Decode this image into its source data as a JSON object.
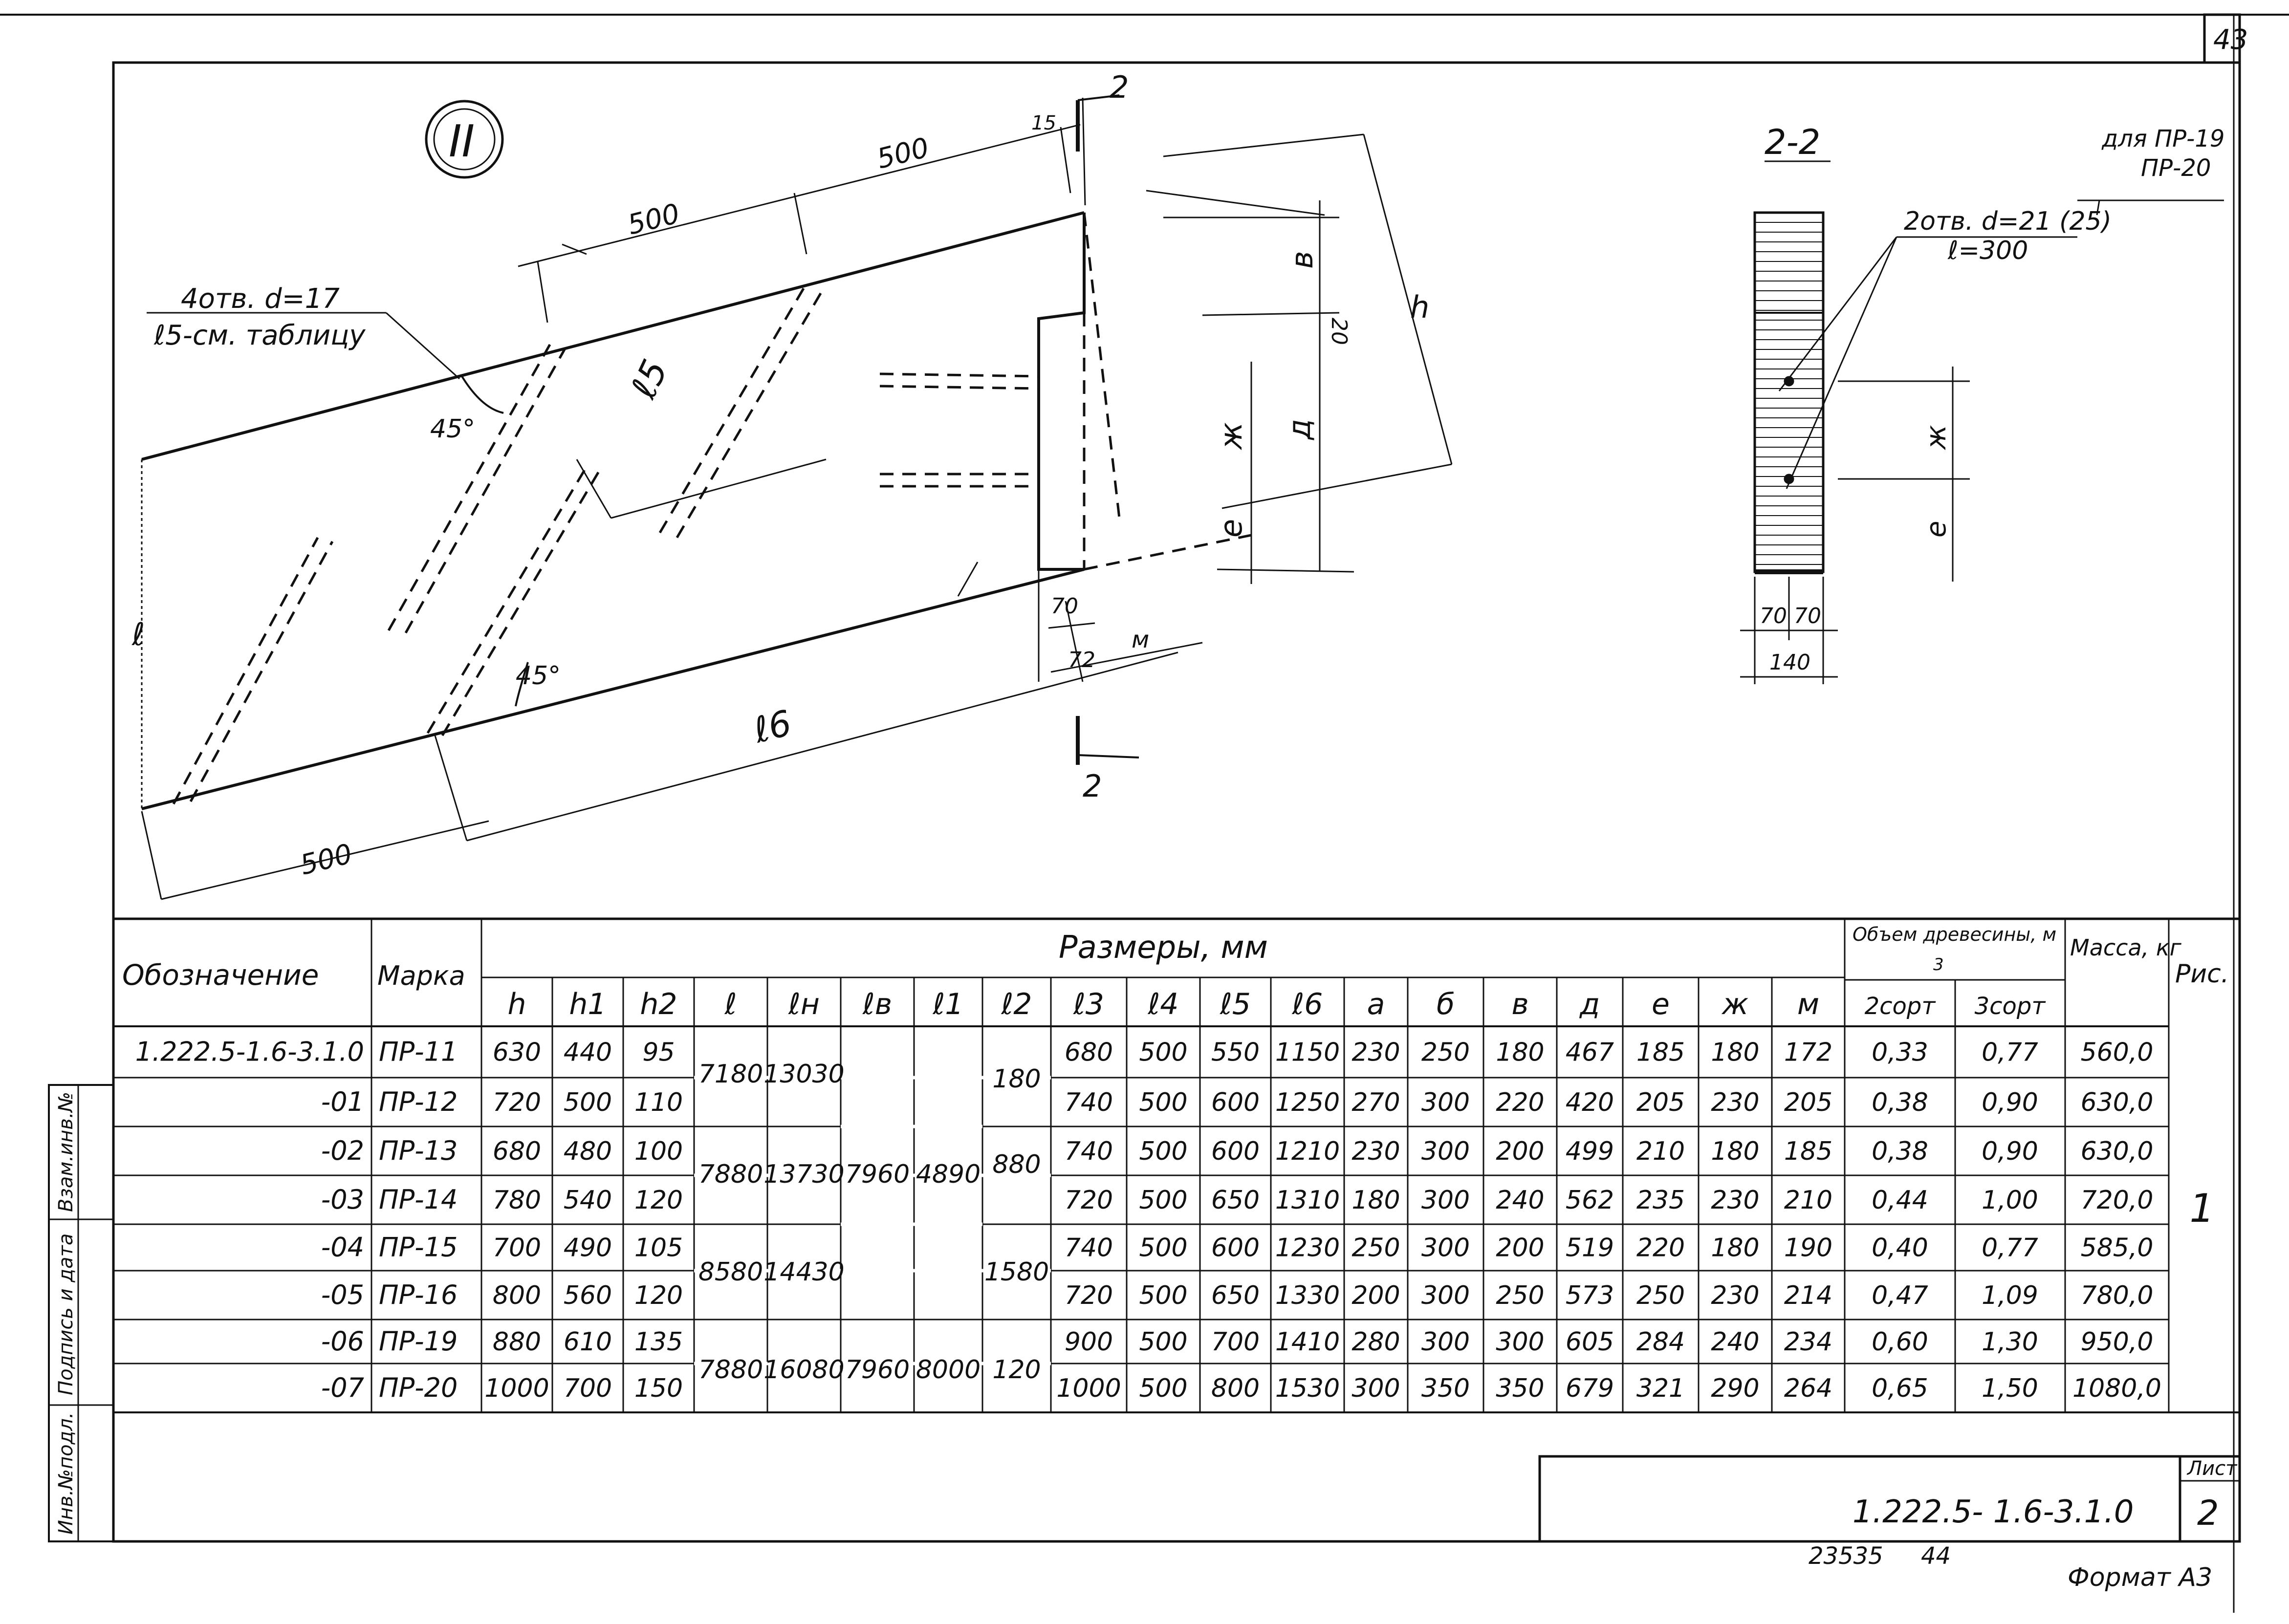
{
  "sheet": {
    "page_number": "43",
    "doc_code": "1.222.5- 1.6-3.1.0",
    "sheet_label": "Лист",
    "sheet_number": "2",
    "format": "Формат А3",
    "bottom_note_1": "23535",
    "bottom_note_2": "44"
  },
  "stamp": {
    "inv_podl": "Инв.№подл.",
    "podpis": "Подпись и дата",
    "vzam": "Взам.инв.№"
  },
  "drawing": {
    "detail_mark": "II",
    "section_mark": "2",
    "section_title": "2-2",
    "note_holes_4": "4отв. d=17",
    "note_l5": "ℓ5-см. таблицу",
    "note_holes_2": "2отв. d=21 (25)",
    "note_l300": "ℓ=300",
    "note_for_1": "для ПР-19",
    "note_for_2": "ПР-20",
    "dims": {
      "d500": "500",
      "d15": "15",
      "angle": "45°",
      "l5": "ℓ5",
      "l6": "ℓ6",
      "l": "ℓ",
      "h": "h",
      "v": "в",
      "d": "д",
      "e": "е",
      "zh": "ж",
      "m": "м",
      "d20": "20",
      "d70": "70",
      "d72": "72",
      "d140": "140"
    }
  },
  "table": {
    "h_designation": "Обозначение",
    "h_mark": "Марка",
    "h_dims": "Размеры, мм",
    "h_volume": "Объем древесины, м",
    "h_volume_sup": "3",
    "h_mass": "Масса, кг",
    "h_fig": "Рис.",
    "dim_cols": [
      "h",
      "h1",
      "h2",
      "ℓ",
      "ℓн",
      "ℓв",
      "ℓ1",
      "ℓ2",
      "ℓ3",
      "ℓ4",
      "ℓ5",
      "ℓ6",
      "а",
      "б",
      "в",
      "д",
      "е",
      "ж",
      "м"
    ],
    "vol_cols": [
      "2сорт",
      "3сорт"
    ],
    "rows": [
      {
        "des": "1.222.5-1.6-3.1.0",
        "mark": "ПР-11",
        "h": "630",
        "h1": "440",
        "h2": "95",
        "l3": "680",
        "l4": "500",
        "l5": "550",
        "l6": "1150",
        "a": "230",
        "b": "250",
        "v": "180",
        "d": "467",
        "e": "185",
        "zh": "180",
        "m": "172",
        "s2": "0,33",
        "s3": "0,77",
        "mass": "560,0"
      },
      {
        "des": "-01",
        "mark": "ПР-12",
        "h": "720",
        "h1": "500",
        "h2": "110",
        "l3": "740",
        "l4": "500",
        "l5": "600",
        "l6": "1250",
        "a": "270",
        "b": "300",
        "v": "220",
        "d": "420",
        "e": "205",
        "zh": "230",
        "m": "205",
        "s2": "0,38",
        "s3": "0,90",
        "mass": "630,0"
      },
      {
        "des": "-02",
        "mark": "ПР-13",
        "h": "680",
        "h1": "480",
        "h2": "100",
        "l3": "740",
        "l4": "500",
        "l5": "600",
        "l6": "1210",
        "a": "230",
        "b": "300",
        "v": "200",
        "d": "499",
        "e": "210",
        "zh": "180",
        "m": "185",
        "s2": "0,38",
        "s3": "0,90",
        "mass": "630,0"
      },
      {
        "des": "-03",
        "mark": "ПР-14",
        "h": "780",
        "h1": "540",
        "h2": "120",
        "l3": "720",
        "l4": "500",
        "l5": "650",
        "l6": "1310",
        "a": "180",
        "b": "300",
        "v": "240",
        "d": "562",
        "e": "235",
        "zh": "230",
        "m": "210",
        "s2": "0,44",
        "s3": "1,00",
        "mass": "720,0"
      },
      {
        "des": "-04",
        "mark": "ПР-15",
        "h": "700",
        "h1": "490",
        "h2": "105",
        "l3": "740",
        "l4": "500",
        "l5": "600",
        "l6": "1230",
        "a": "250",
        "b": "300",
        "v": "200",
        "d": "519",
        "e": "220",
        "zh": "180",
        "m": "190",
        "s2": "0,40",
        "s3": "0,77",
        "mass": "585,0"
      },
      {
        "des": "-05",
        "mark": "ПР-16",
        "h": "800",
        "h1": "560",
        "h2": "120",
        "l3": "720",
        "l4": "500",
        "l5": "650",
        "l6": "1330",
        "a": "200",
        "b": "300",
        "v": "250",
        "d": "573",
        "e": "250",
        "zh": "230",
        "m": "214",
        "s2": "0,47",
        "s3": "1,09",
        "mass": "780,0"
      },
      {
        "des": "-06",
        "mark": "ПР-19",
        "h": "880",
        "h1": "610",
        "h2": "135",
        "l3": "900",
        "l4": "500",
        "l5": "700",
        "l6": "1410",
        "a": "280",
        "b": "300",
        "v": "300",
        "d": "605",
        "e": "284",
        "zh": "240",
        "m": "234",
        "s2": "0,60",
        "s3": "1,30",
        "mass": "950,0"
      },
      {
        "des": "-07",
        "mark": "ПР-20",
        "h": "1000",
        "h1": "700",
        "h2": "150",
        "l3": "1000",
        "l4": "500",
        "l5": "800",
        "l6": "1530",
        "a": "300",
        "b": "350",
        "v": "350",
        "d": "679",
        "e": "321",
        "zh": "290",
        "m": "264",
        "s2": "0,65",
        "s3": "1,50",
        "mass": "1080,0"
      }
    ],
    "merged": {
      "l_a": "7180",
      "ln_a": "13030",
      "l2_a": "180",
      "l_b": "7880",
      "ln_b": "13730",
      "lv_b": "7960",
      "l1_b": "4890",
      "l2_b": "880",
      "l_c": "8580",
      "ln_c": "14430",
      "l2_c": "1580",
      "l_d": "7880",
      "ln_d": "16080",
      "lv_d": "7960",
      "l1_d": "8000",
      "l2_d": "120",
      "fig": "1"
    }
  }
}
